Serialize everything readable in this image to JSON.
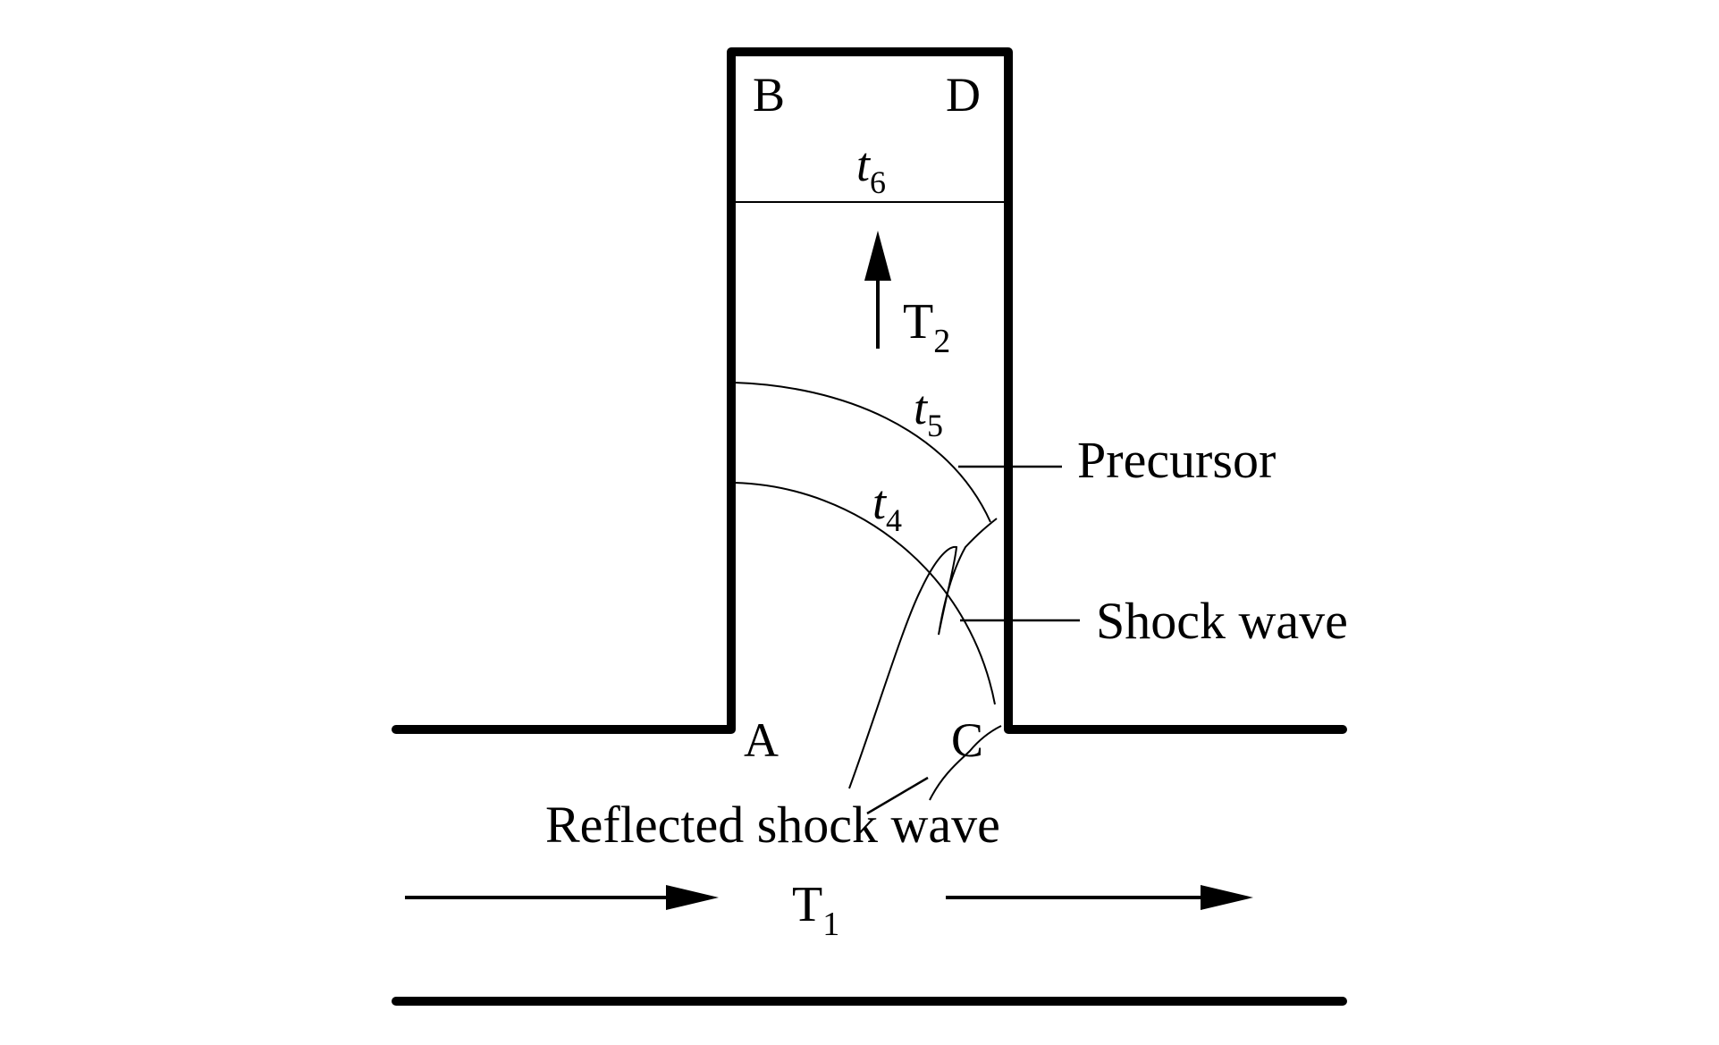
{
  "corners": {
    "a": "A",
    "b": "B",
    "c": "C",
    "d": "D"
  },
  "wavefronts": {
    "t6": {
      "base": "t",
      "sub": "6"
    },
    "t5": {
      "base": "t",
      "sub": "5"
    },
    "t4": {
      "base": "t",
      "sub": "4"
    }
  },
  "temperatures": {
    "branch": {
      "base": "T",
      "sub": "2"
    },
    "main": {
      "base": "T",
      "sub": "1"
    }
  },
  "annotations": {
    "precursor": "Precursor",
    "shock_wave": "Shock wave",
    "reflected_shock_wave": "Reflected shock wave"
  }
}
